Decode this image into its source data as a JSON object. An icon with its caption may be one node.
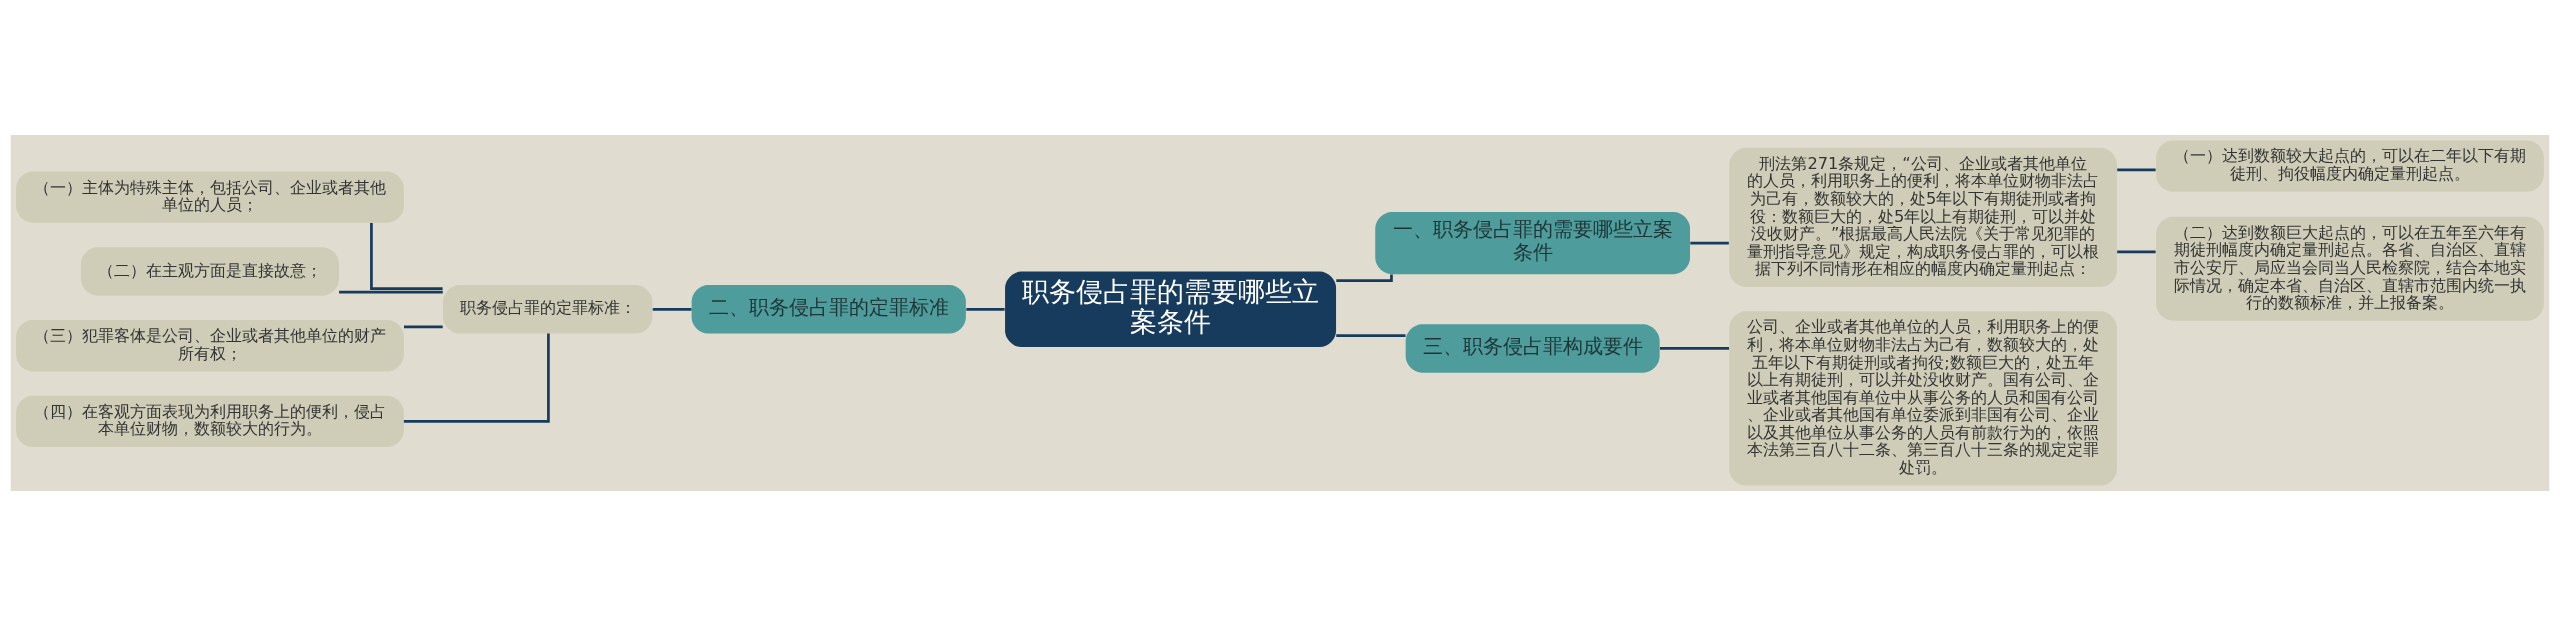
{
  "diagram": {
    "nodes": [
      {
        "text": [
          "职务侵占罪的需要哪些立案条件"
        ]
      },
      {
        "text": [
          "二、职务侵占罪的定罪标准"
        ]
      },
      {
        "text": [
          "职务侵占罪的定罪标准："
        ]
      },
      {
        "text": [
          "（一）主体为特殊主体，包括公司、企业或者其他单位的人员；"
        ]
      },
      {
        "text": [
          "（二）在主观方面是直接故意；"
        ]
      },
      {
        "text": [
          "（三）犯罪客体是公司、企业或者其他单位的财产所有权；"
        ]
      },
      {
        "text": [
          "（四）在客观方面表现为利用职务上的便利，侵占本单位财物，数额较大的行为。"
        ]
      },
      {
        "text": [
          "一、职务侵占罪的需要哪些立案条件"
        ]
      },
      {
        "text": [
          "刑法第271条规定，“公司、企业或者其他单位的人员，利用职务上的便利，将本单位财物非法占为己有，数额较大的，处5年以下有期徒刑或者拘役：数额巨大的，处5年以上有期徒刑，可以并处没收财产。”根据最高人民法院《关于常见犯罪的量刑指导意见》规定，构成职务侵占罪的，可以根据下列不同情形在相应的幅度内确定量刑起点："
        ]
      },
      {
        "text": [
          "（一）达到数额较大起点的，可以在二年以下有期徒刑、拘役幅度内确定量刑起点。"
        ]
      },
      {
        "text": [
          "（二）达到数额巨大起点的，可以在五年至六年有期徒刑幅度内确定量刑起点。各省、自治区、直辖市公安厅、局应当会同当人民检察院，结合本地实际情况，确定本省、自治区、直辖市范围内统一执行的数额标准，并上报备案。"
        ]
      },
      {
        "text": [
          "三、职务侵占罪构成要件"
        ]
      },
      {
        "text": [
          "公司、企业或者其他单位的人员，利用职务上的便利，将本单位财物非法占为己有，数额较大的，处五年以下有期徒刑或者拘役;数额巨大的，处五年以上有期徒刑，可以并处没收财产。国有公司、企业或者其他国有单位中从事公务的人员和国有公司、企业或者其他国有单位委派到非国有公司、企业以及其他单位从事公务的人员有前款行为的，依照本法第三百八十二条、第三百八十三条的规定定罪处罚。"
        ]
      }
    ],
    "edges": [
      {
        "from": 0,
        "to": 1,
        "arrow": "none"
      },
      {
        "from": 1,
        "to": 2,
        "arrow": "none"
      },
      {
        "from": 2,
        "to": 3,
        "arrow": "none"
      },
      {
        "from": 2,
        "to": 4,
        "arrow": "none"
      },
      {
        "from": 2,
        "to": 5,
        "arrow": "none"
      },
      {
        "from": 2,
        "to": 6,
        "arrow": "none"
      },
      {
        "from": 0,
        "to": 7,
        "arrow": "none"
      },
      {
        "from": 7,
        "to": 8,
        "arrow": "none"
      },
      {
        "from": 8,
        "to": 9,
        "arrow": "none"
      },
      {
        "from": 8,
        "to": 10,
        "arrow": "none"
      },
      {
        "from": 0,
        "to": 11,
        "arrow": "none"
      },
      {
        "from": 11,
        "to": 12,
        "arrow": "none"
      }
    ]
  }
}
